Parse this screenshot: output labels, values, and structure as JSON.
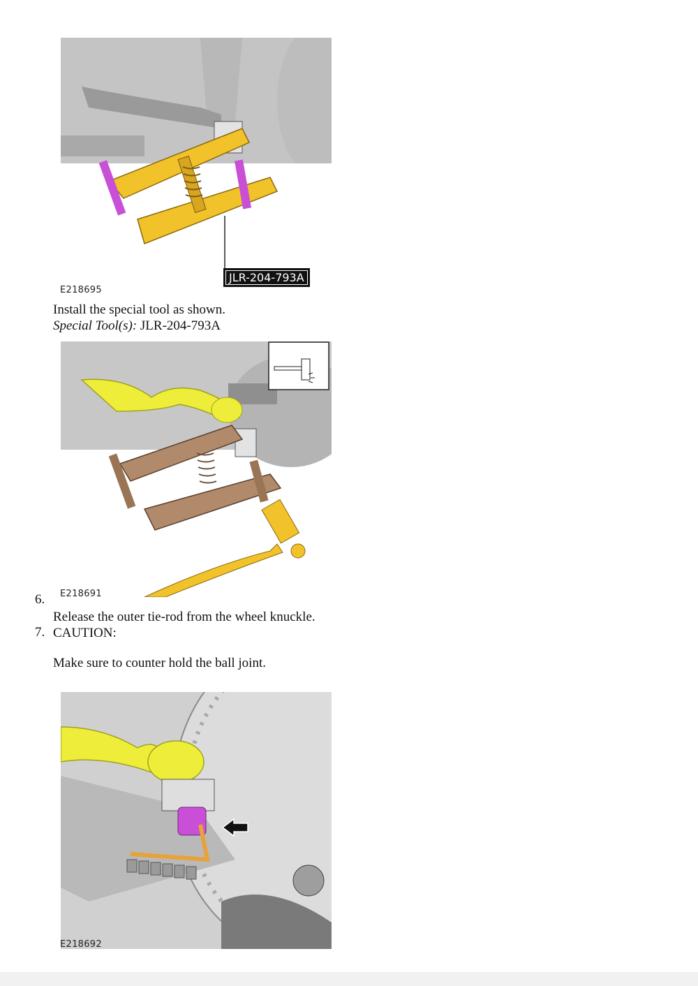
{
  "figure1": {
    "id": "E218695",
    "callout": "JLR-204-793A"
  },
  "step_text1": {
    "line1": "Install the special tool as shown.",
    "special_label": "Special Tool(s):",
    "special_value": " JLR-204-793A"
  },
  "figure2": {
    "id": "E218691"
  },
  "step6": {
    "number": "6.",
    "text": "Release the outer tie-rod from the wheel knuckle."
  },
  "step7": {
    "number": "7.",
    "caution": "CAUTION:",
    "text": "Make sure to counter hold the ball joint."
  },
  "figure3": {
    "id": "E218692"
  },
  "colors": {
    "yellow": "#f2c22a",
    "magenta": "#c84fd6",
    "brown": "#b08a6a",
    "gray": "#c9c9c9",
    "orange": "#e7a23a"
  }
}
